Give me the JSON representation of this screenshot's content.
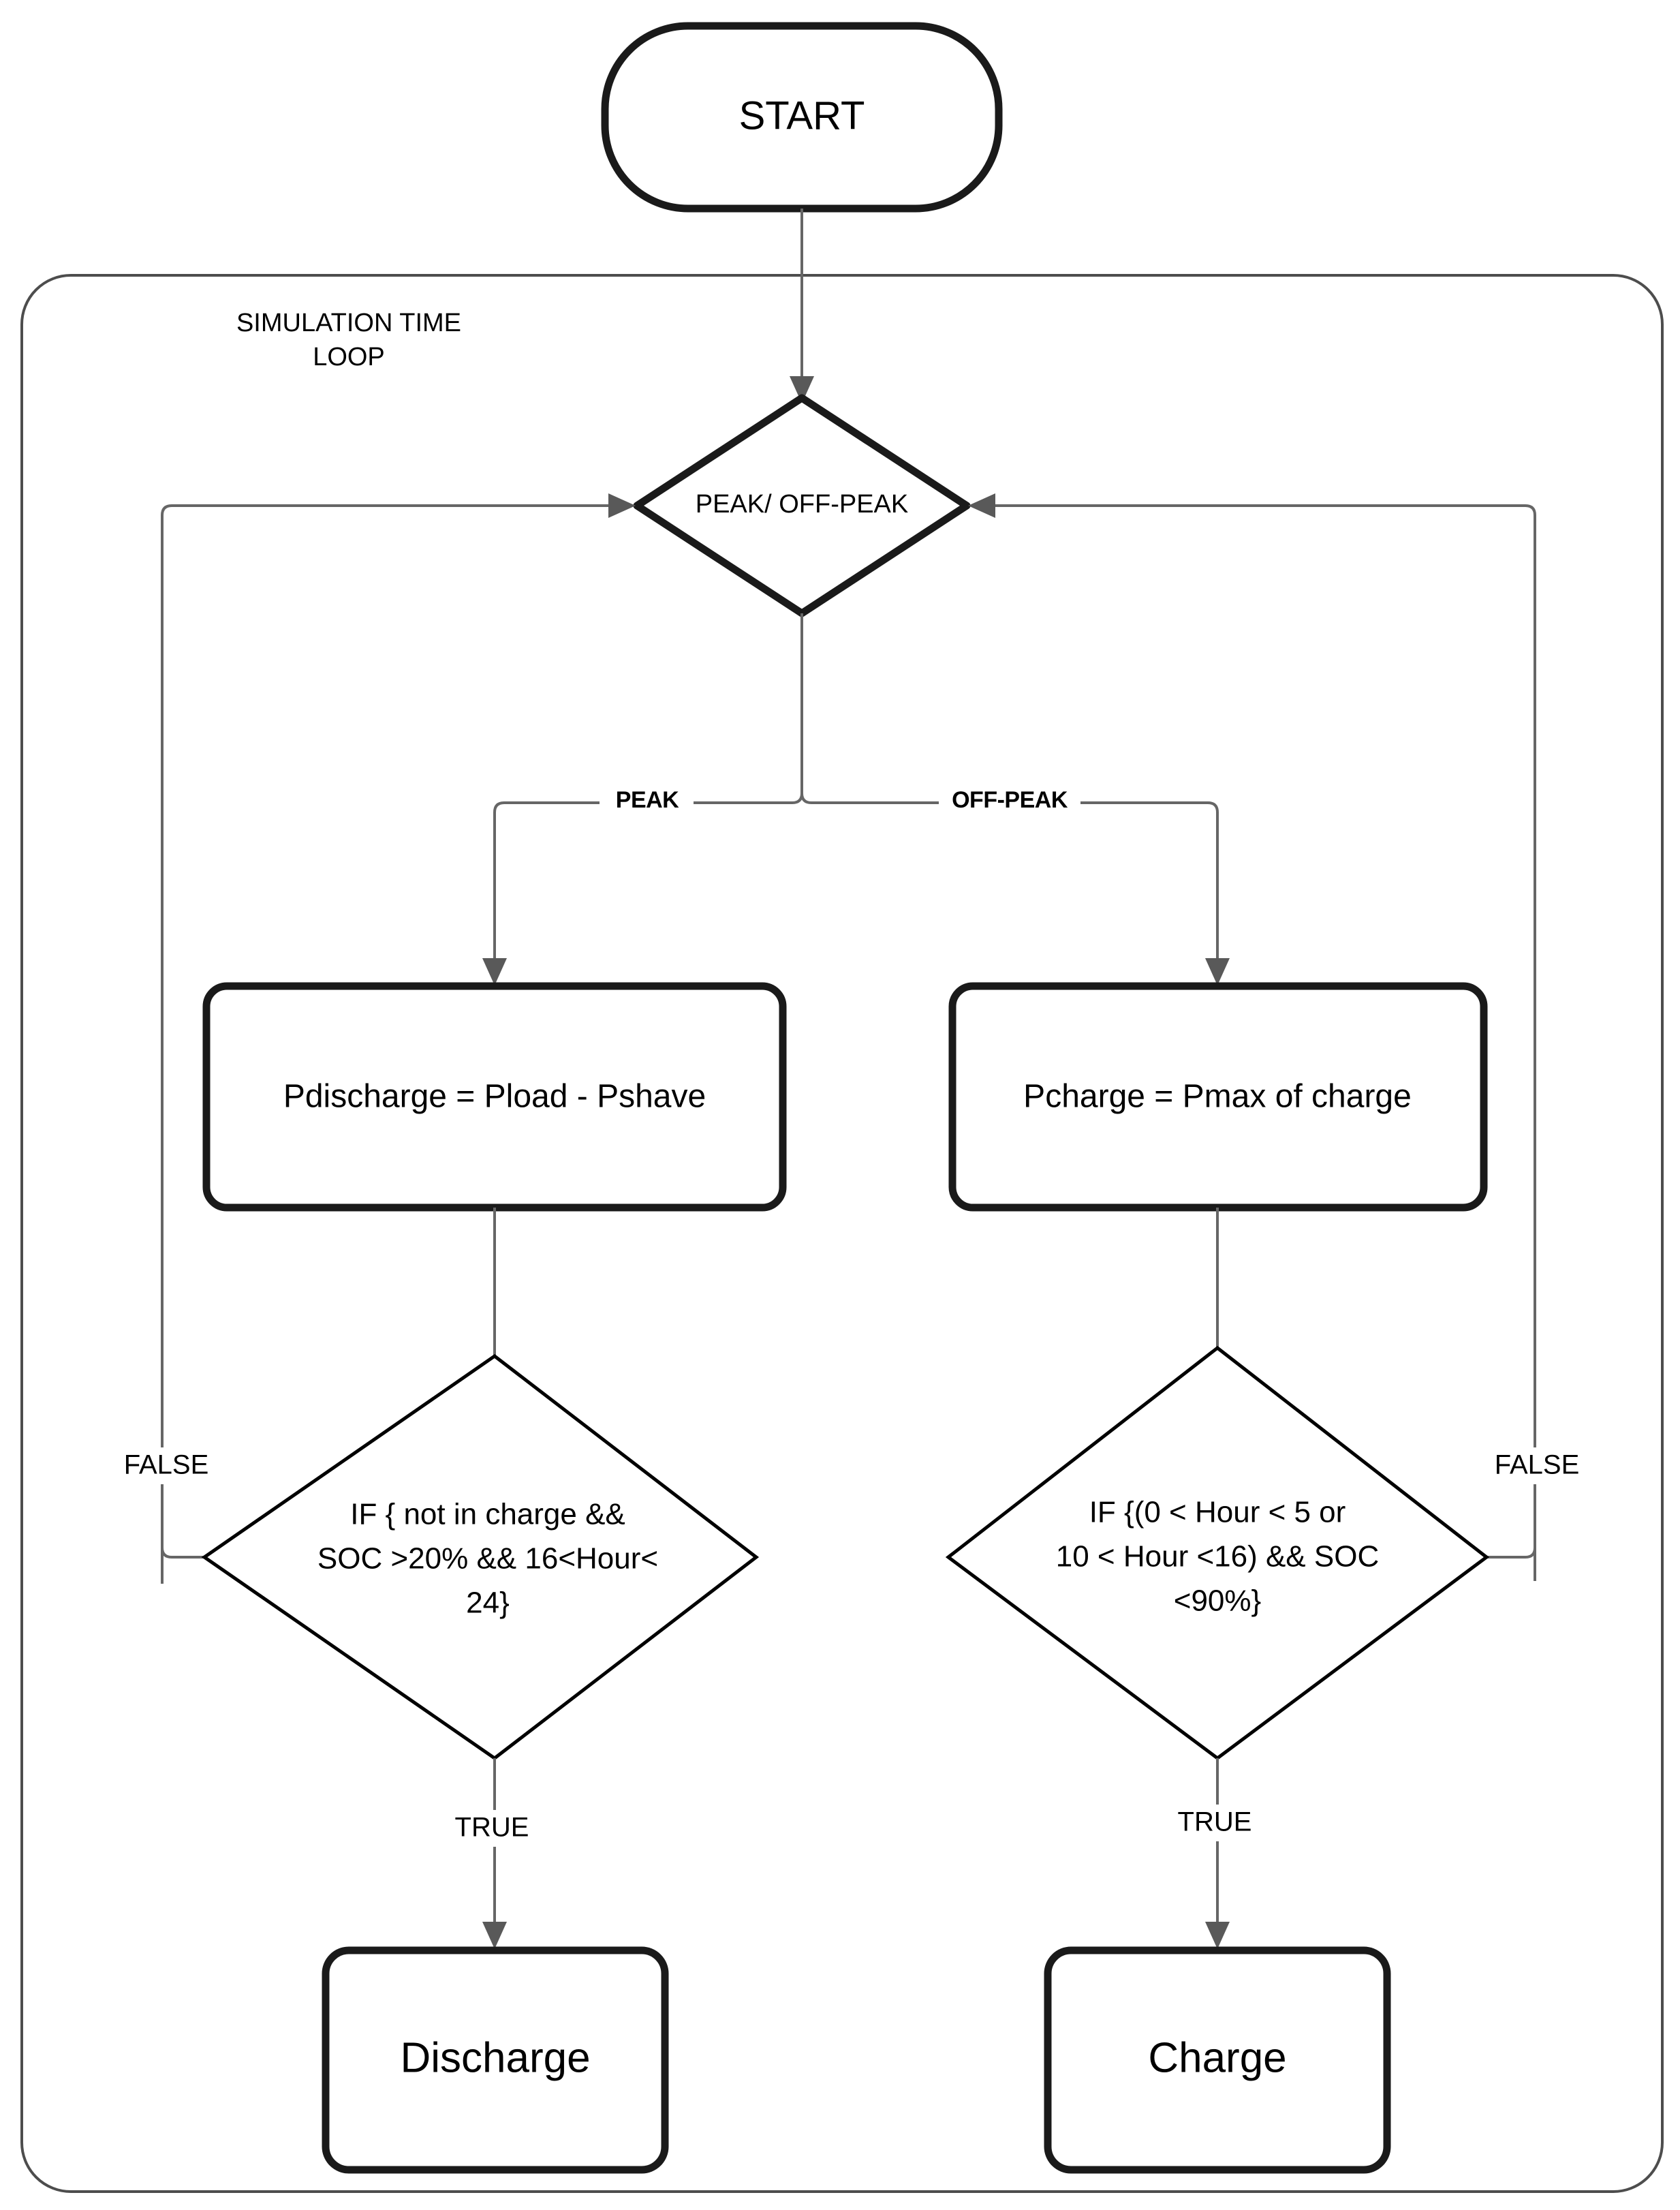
{
  "diagram": {
    "title_node": {
      "label": "START"
    },
    "loop_group": {
      "label_line1": "SIMULATION TIME",
      "label_line2": "LOOP"
    },
    "main_decision": {
      "label": "PEAK/ OFF-PEAK"
    },
    "branch_labels": {
      "left": "PEAK",
      "right": "OFF-PEAK"
    },
    "process_left": {
      "label": "Pdischarge = Pload - Pshave"
    },
    "process_right": {
      "label": "Pcharge = Pmax of charge"
    },
    "condition_left": {
      "line1": "IF { not in charge &&",
      "line2": "SOC >20% && 16<Hour<",
      "line3": "24}"
    },
    "condition_right": {
      "line1": "IF {(0 < Hour  < 5 or",
      "line2": "10 < Hour <16) && SOC",
      "line3": "<90%}"
    },
    "edge_labels": {
      "false_left": "FALSE",
      "false_right": "FALSE",
      "true_left": "TRUE",
      "true_right": "TRUE"
    },
    "terminal_left": {
      "label": "Discharge"
    },
    "terminal_right": {
      "label": "Charge"
    },
    "colors": {
      "shape_stroke": "#000000",
      "thick_stroke": "#1a1a1a",
      "connector": "#666666",
      "arrowhead": "#595959",
      "container": "#4d4d4d",
      "background": "#ffffff"
    }
  }
}
